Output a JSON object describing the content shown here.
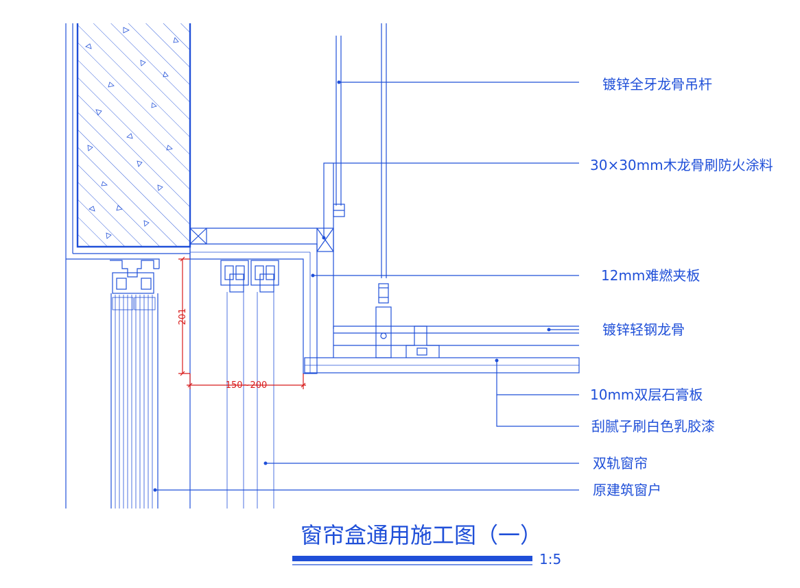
{
  "labels": {
    "hanger_rod": "镀锌全牙龙骨吊杆",
    "wood_keel": "30×30mm木龙骨刷防火涂料",
    "fire_board": "12mm难燃夹板",
    "steel_keel": "镀锌轻钢龙骨",
    "gypsum_board": "10mm双层石膏板",
    "paint": "刮腻子刷白色乳胶漆",
    "curtain_track": "双轨窗帘",
    "window": "原建筑窗户"
  },
  "dimensions": {
    "vertical": "201",
    "horizontal": "150~200"
  },
  "title": {
    "text": "窗帘盒通用施工图（一）",
    "scale": "1:5"
  },
  "colors": {
    "line": "#1f4fd8",
    "dimension": "#d81b1b",
    "background": "#ffffff"
  }
}
